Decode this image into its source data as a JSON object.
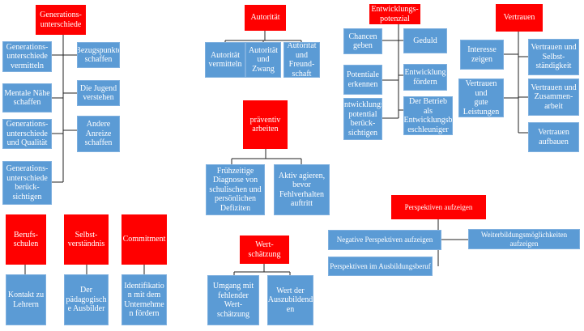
{
  "colors": {
    "header": "#ff0000",
    "node": "#5b9bd5",
    "line": "#222222"
  },
  "generations": {
    "title": "Generations-\nunterschiede",
    "left": [
      "Generations-\nunterschiede\nvermitteln",
      "Mentale Nähe\nschaffen",
      "Generations-\nunterschiede\nund Qualität",
      "Generations-\nunterschiede\nberück-\nsichtigen"
    ],
    "right": [
      "Bezugspunkte\nschaffen",
      "Die Jugend\nverstehen",
      "Andere\nAnreize\nschaffen"
    ]
  },
  "autoritaet": {
    "title": "Autorität",
    "items": [
      "Autorität\nvermitteln",
      "Autorität\nund\nZwang",
      "Autorität\nund\nFreund-\nschaft"
    ]
  },
  "entwicklung": {
    "title": "Entwicklungs-\npotenzial",
    "left": [
      "Chancen\ngeben",
      "Potentiale\nerkennen",
      "Entwicklungs-\npotential\nberück-\nsichtigen"
    ],
    "right": [
      "Geduld",
      "Entwicklung\nfördern",
      "Der Betrieb als\nEntwicklungsb\neschleuniger"
    ]
  },
  "vertrauen": {
    "title": "Vertrauen",
    "left": [
      "Interesse\nzeigen",
      "Vertrauen und\ngute\nLeistungen"
    ],
    "right": [
      "Vertrauen und\nSelbst-\nständigkeit",
      "Vertrauen und\nZusammen-\narbeit",
      "Vertrauen\naufbauen"
    ]
  },
  "praeventiv": {
    "title": "präventiv\narbeiten",
    "items": [
      "Frühzeitige\nDiagnose von\nschulischen und\npersönlichen\nDefiziten",
      "Aktiv agieren,\nbevor\nFehlverhalten\nauftritt"
    ]
  },
  "berufsschulen": {
    "title": "Berufs-\nschulen",
    "item": "Kontakt zu\nLehrern"
  },
  "selbst": {
    "title": "Selbst-\nverständnis",
    "item": "Der\npädagogisch\ne Ausbilder"
  },
  "commitment": {
    "title": "Commitment",
    "item": "Identifikatio\nn mit dem\nUnternehme\nn fördern"
  },
  "wertschaetzung": {
    "title": "Wert-\nschätzung",
    "items": [
      "Umgang mit\nfehlender\nWert-\nschätzung",
      "Wert der\nAuszubildend\nen"
    ]
  },
  "perspektiven": {
    "title": "Perspektiven aufzeigen",
    "items": [
      "Negative Perspektiven aufzeigen",
      "Weiterbildungsmöglichkeiten aufzeigen",
      "Perspektiven im Ausbildungsberuf"
    ]
  }
}
